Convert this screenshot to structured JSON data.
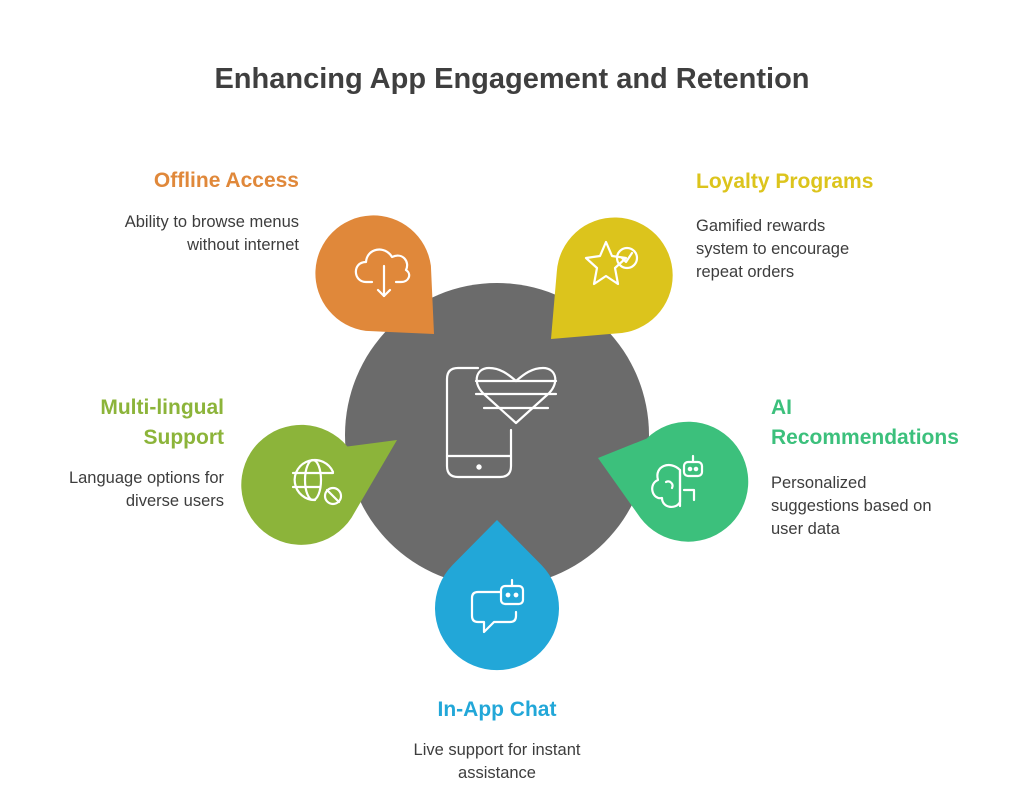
{
  "title": "Enhancing App Engagement and Retention",
  "center": {
    "icon": "phone-heart-icon",
    "color": "#6b6b6b"
  },
  "items": [
    {
      "key": "offline",
      "heading_lines": [
        "Offline Access"
      ],
      "desc_lines": [
        "Ability to browse menus",
        "without internet"
      ],
      "color": "#e0883a",
      "icon": "cloud-download-icon"
    },
    {
      "key": "loyalty",
      "heading_lines": [
        "Loyalty Programs"
      ],
      "desc_lines": [
        "Gamified rewards",
        "system to encourage",
        "repeat orders"
      ],
      "color": "#dcc41c",
      "icon": "star-check-icon"
    },
    {
      "key": "multilingual",
      "heading_lines": [
        "Multi-lingual",
        "Support"
      ],
      "desc_lines": [
        "Language options for",
        "diverse users"
      ],
      "color": "#8cb43a",
      "icon": "globe-icon"
    },
    {
      "key": "ai",
      "heading_lines": [
        "AI",
        "Recommendations"
      ],
      "desc_lines": [
        "Personalized",
        "suggestions based on",
        "user data"
      ],
      "color": "#3cc07c",
      "icon": "brain-robot-icon"
    },
    {
      "key": "chat",
      "heading_lines": [
        "In-App Chat"
      ],
      "desc_lines": [
        "Live support for instant",
        "assistance"
      ],
      "color": "#22a7d8",
      "icon": "chat-bot-icon"
    }
  ]
}
